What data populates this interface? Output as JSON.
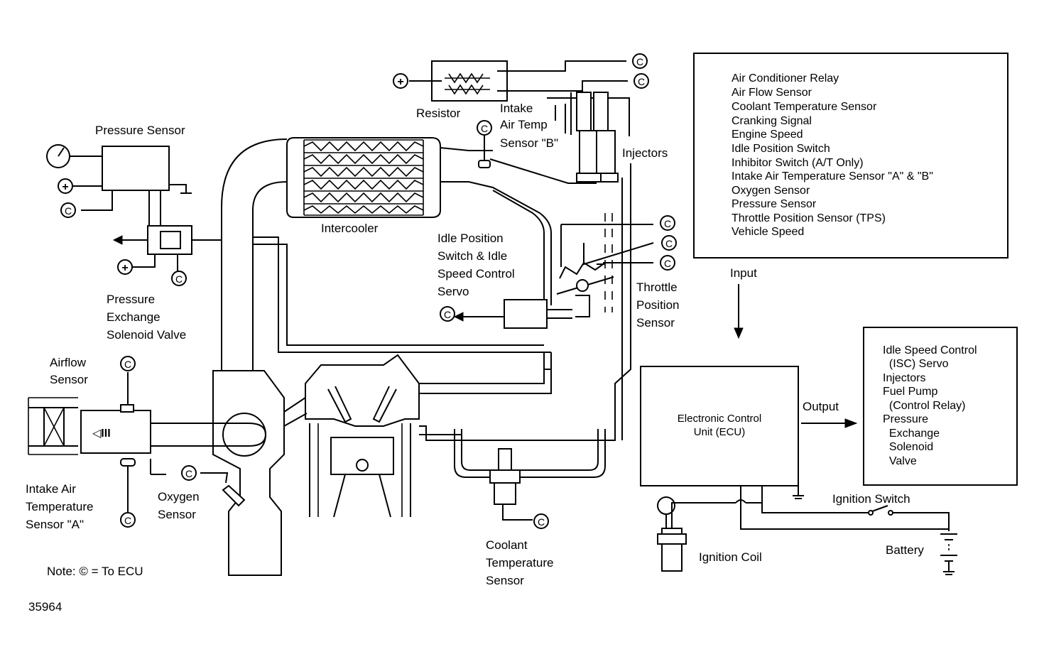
{
  "labels": {
    "pressure_sensor": "Pressure Sensor",
    "resistor": "Resistor",
    "intake_air_temp_b": [
      "Intake",
      "Air Temp",
      "Sensor \"B\""
    ],
    "injectors": "Injectors",
    "intercooler": "Intercooler",
    "idle_position": [
      "Idle Position",
      "Switch & Idle",
      "Speed Control",
      "Servo"
    ],
    "throttle_position": [
      "Throttle",
      "Position",
      "Sensor"
    ],
    "pressure_exchange": [
      "Pressure",
      "Exchange",
      "Solenoid Valve"
    ],
    "airflow_sensor": [
      "Airflow",
      "Sensor"
    ],
    "intake_air_temp_a": [
      "Intake Air",
      "Temperature",
      "Sensor \"A\""
    ],
    "oxygen_sensor": [
      "Oxygen",
      "Sensor"
    ],
    "coolant_sensor": [
      "Coolant",
      "Temperature",
      "Sensor"
    ],
    "ignition_switch": "Ignition Switch",
    "ignition_coil": "Ignition Coil",
    "battery": "Battery",
    "input": "Input",
    "output": "Output",
    "ecu": [
      "Electronic Control",
      "Unit (ECU)"
    ],
    "note": "Note: © = To ECU",
    "figure_number": "35964",
    "ecu_symbol": "C",
    "plus_symbol": "+"
  },
  "inputs_list": [
    "Air Conditioner Relay",
    "Air Flow Sensor",
    "Coolant Temperature Sensor",
    "Cranking Signal",
    "Engine Speed",
    "Idle Position Switch",
    "Inhibitor Switch (A/T Only)",
    "Intake Air Temperature Sensor \"A\" & \"B\"",
    "Oxygen Sensor",
    "Pressure Sensor",
    "Throttle Position Sensor (TPS)",
    "Vehicle Speed"
  ],
  "outputs_list": [
    "Idle Speed Control",
    "  (ISC) Servo",
    "Injectors",
    "Fuel Pump",
    "  (Control Relay)",
    "Pressure",
    "  Exchange",
    "  Solenoid",
    "  Valve"
  ]
}
